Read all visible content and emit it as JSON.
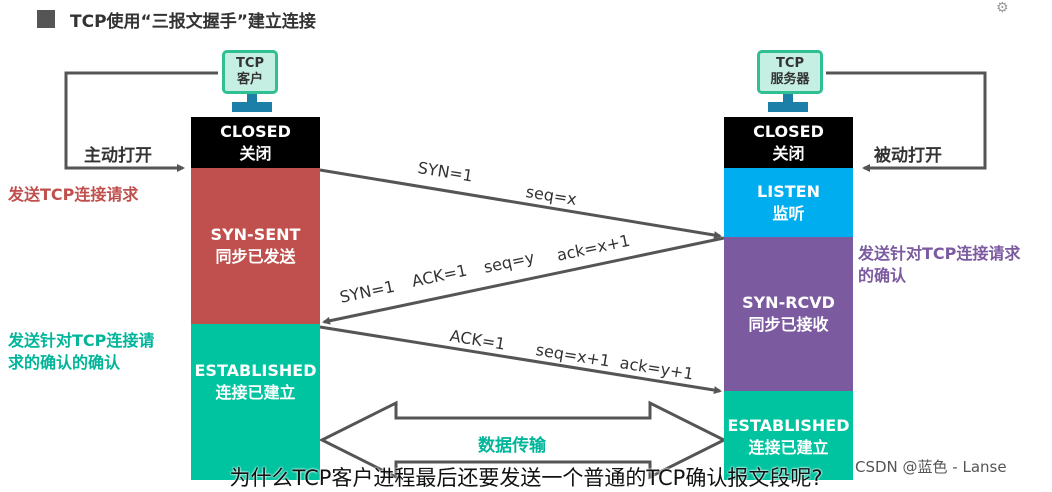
{
  "title": "TCP使用“三报文握手”建立连接",
  "client": {
    "host_label_line1": "TCP",
    "host_label_line2": "客户",
    "states": [
      {
        "en": "CLOSED",
        "cn": "关闭",
        "color": "#000000"
      },
      {
        "en": "SYN-SENT",
        "cn": "同步已发送",
        "color": "#c0504d"
      },
      {
        "en": "ESTABLISHED",
        "cn": "连接已建立",
        "color": "#00c4a0"
      }
    ],
    "open_label": "主动打开",
    "note_1": "发送TCP连接请求",
    "note_2_line1": "发送针对TCP连接请",
    "note_2_line2": "求的确认的确认"
  },
  "server": {
    "host_label_line1": "TCP",
    "host_label_line2": "服务器",
    "states": [
      {
        "en": "CLOSED",
        "cn": "关闭",
        "color": "#000000"
      },
      {
        "en": "LISTEN",
        "cn": "监听",
        "color": "#00aeef"
      },
      {
        "en": "SYN-RCVD",
        "cn": "同步已接收",
        "color": "#7b5aa0"
      },
      {
        "en": "ESTABLISHED",
        "cn": "连接已建立",
        "color": "#00c4a0"
      }
    ],
    "open_label": "被动打开",
    "note_1_line1": "发送针对TCP连接请求",
    "note_1_line2": "的确认"
  },
  "messages": {
    "m1": {
      "a": "SYN=1",
      "b": "seq=x"
    },
    "m2": {
      "a": "SYN=1",
      "b": "ACK=1",
      "c": "seq=y",
      "d": "ack=x+1"
    },
    "m3": {
      "a": "ACK=1",
      "b": "seq=x+1",
      "c": "ack=y+1"
    }
  },
  "data_transfer": "数据传输",
  "subtitle": "为什么TCP客户进程最后还要发送一个普通的TCP确认报文段呢?",
  "watermark": "CSDN @蓝色 - Lanse",
  "colors": {
    "arrow": "#555555",
    "host_border": "#2fbf93",
    "host_fill": "#c6efe3",
    "stand": "#1c7fa8"
  }
}
